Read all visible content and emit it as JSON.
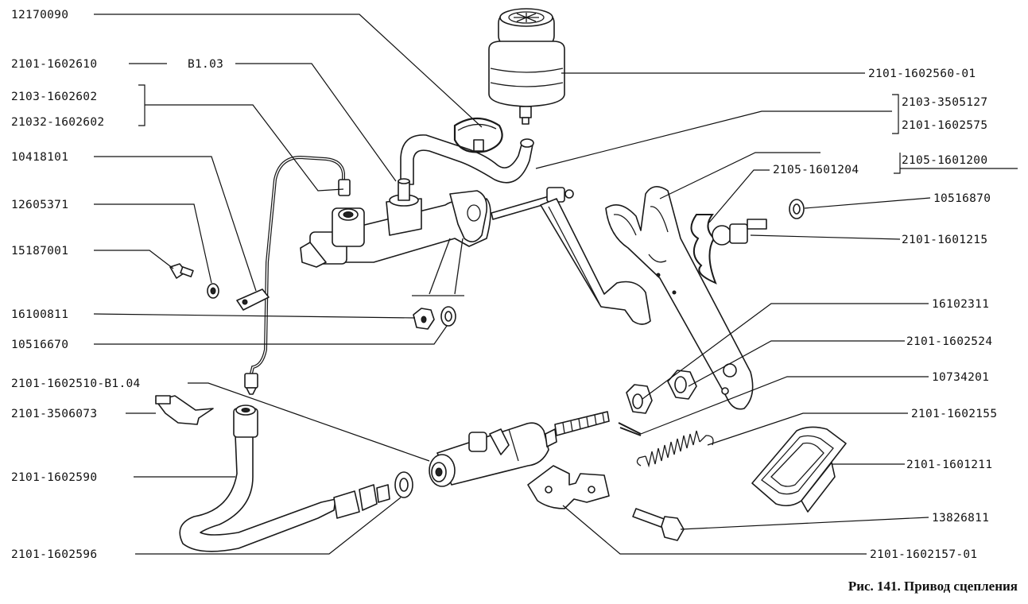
{
  "caption": "Рис. 141. Привод сцепления",
  "labels": {
    "l12170090": "12170090",
    "l2101_1602610": "2101-1602610",
    "lB103": "B1.03",
    "l2103_1602602": "2103-1602602",
    "l21032_1602602": "21032-1602602",
    "l10418101": "10418101",
    "l12605371": "12605371",
    "l15187001": "15187001",
    "l16100811": "16100811",
    "l10516670": "10516670",
    "l2101_1602510_B104": "2101-1602510-B1.04",
    "l2101_3506073": "2101-3506073",
    "l2101_1602590": "2101-1602590",
    "l2101_1602596": "2101-1602596",
    "l2101_1602560_01": "2101-1602560-01",
    "l2103_3505127": "2103-3505127",
    "l2101_1602575": "2101-1602575",
    "l2105_1601204": "2105-1601204",
    "l2105_1601200": "2105-1601200",
    "l10516870": "10516870",
    "l2101_1601215": "2101-1601215",
    "l16102311": "16102311",
    "l2101_1602524": "2101-1602524",
    "l10734201": "10734201",
    "l2101_1602155": "2101-1602155",
    "l2101_1601211": "2101-1601211",
    "l13826811": "13826811",
    "l2101_1602157_01": "2101-1602157-01"
  }
}
